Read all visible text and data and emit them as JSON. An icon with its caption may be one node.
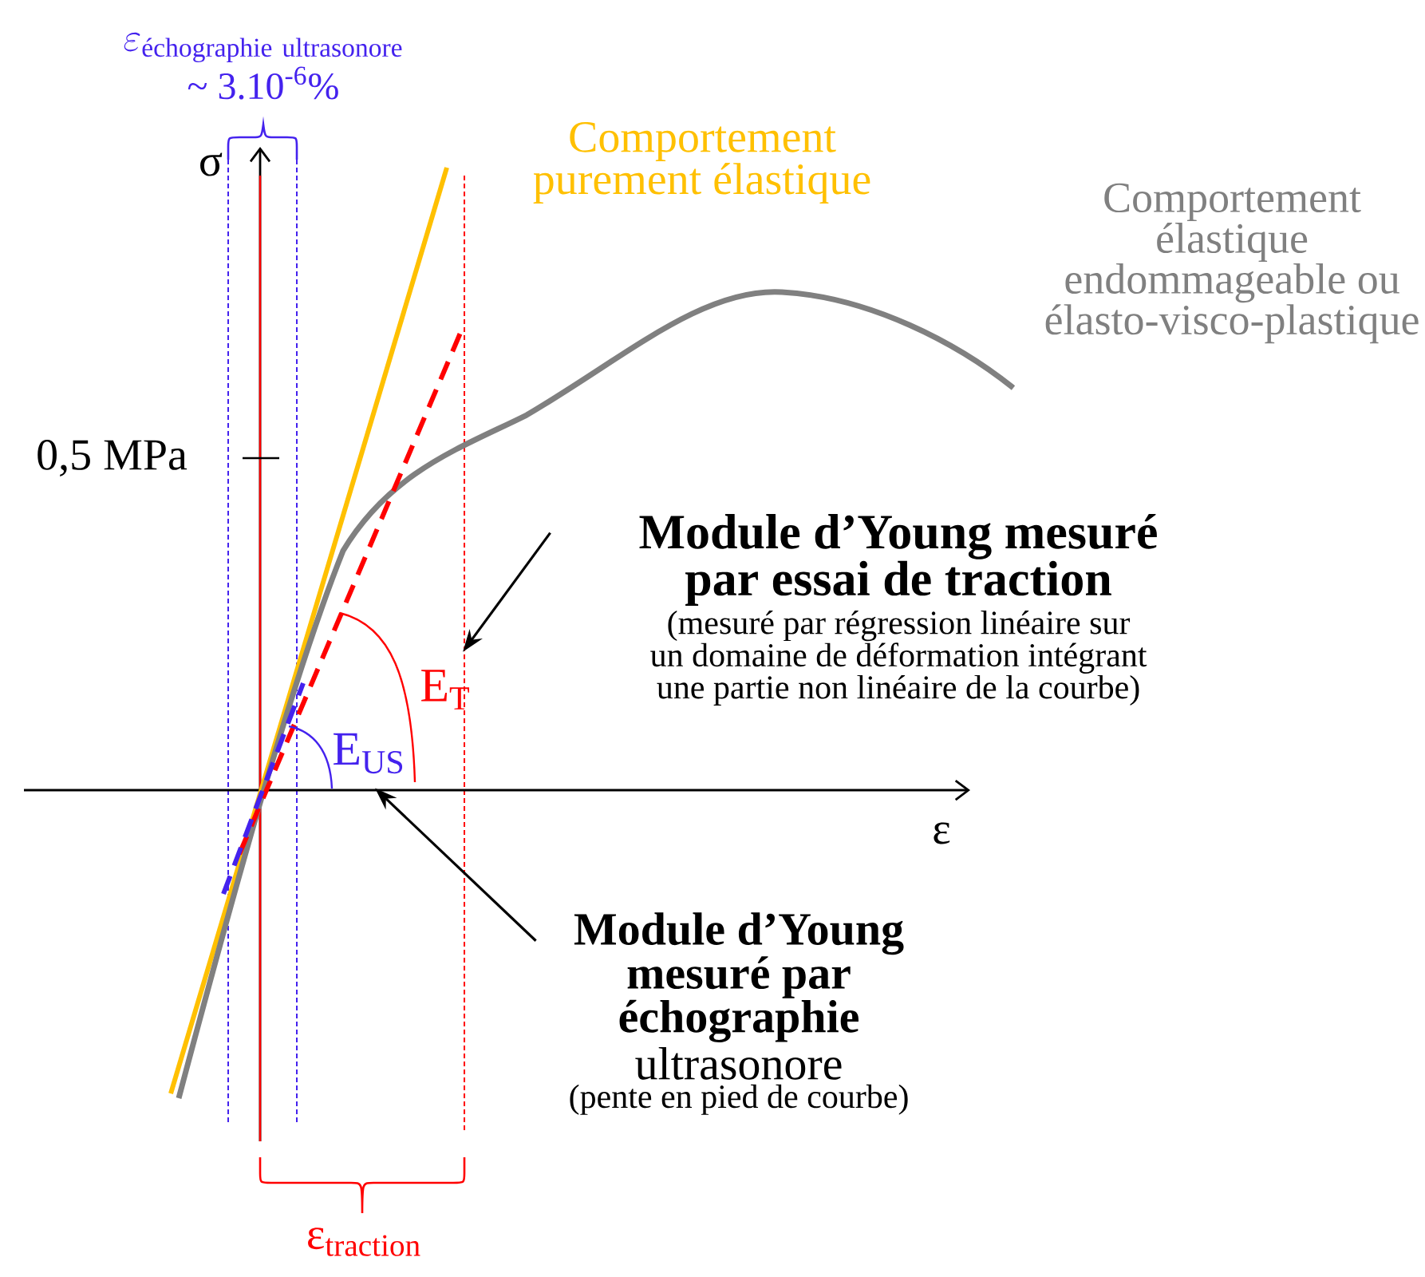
{
  "diagram": {
    "nodes": [
      {
        "text": [
          "Module d’Young mesuré par essai de traction",
          "(mesuré par régression linéaire sur un domaine de déformation intégrant une partie non linéaire de la courbe)"
        ]
      },
      {
        "text": [
          "E$_{T}$"
        ]
      },
      {
        "text": [
          "Module d’Young mesuré par échographie",
          "ultrasonore",
          "(pente en pied de courbe)"
        ]
      },
      {
        "text": [
          "E$_{US}$"
        ]
      }
    ],
    "edges": [
      {
        "from": 0,
        "to": 1,
        "arrow": "to"
      },
      {
        "from": 2,
        "to": 3,
        "arrow": "to"
      }
    ],
    "labels": [
      "\\varepsilon_{\\text{échographie ultrasonore}}",
      "~ 3.10$^{-6}$%",
      "σ",
      "Comportement purement élastique",
      "Comportement élastique endommageable ou élasto-visco-plastique",
      "0,5 MPa",
      "ε",
      "ε$_{traction}$"
    ]
  }
}
